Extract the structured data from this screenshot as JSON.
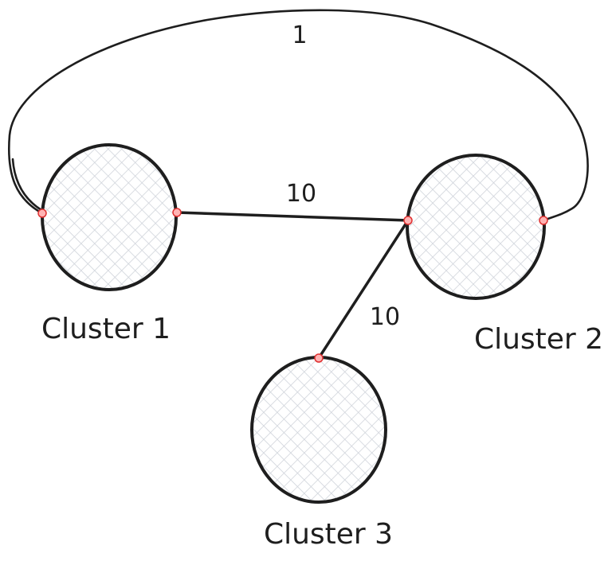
{
  "clusters": [
    {
      "id": "c1",
      "label": "Cluster 1"
    },
    {
      "id": "c2",
      "label": "Cluster 2"
    },
    {
      "id": "c3",
      "label": "Cluster 3"
    }
  ],
  "edges": [
    {
      "from": "c1",
      "to": "c2",
      "label": "1"
    },
    {
      "from": "c1",
      "to": "c2",
      "label": "10"
    },
    {
      "from": "c2",
      "to": "c3",
      "label": "10"
    }
  ],
  "colors": {
    "stroke": "#1e1e1e",
    "port_fill": "#ffb3b3",
    "port_stroke": "#e03131",
    "hatch": "#c8ccd4"
  }
}
